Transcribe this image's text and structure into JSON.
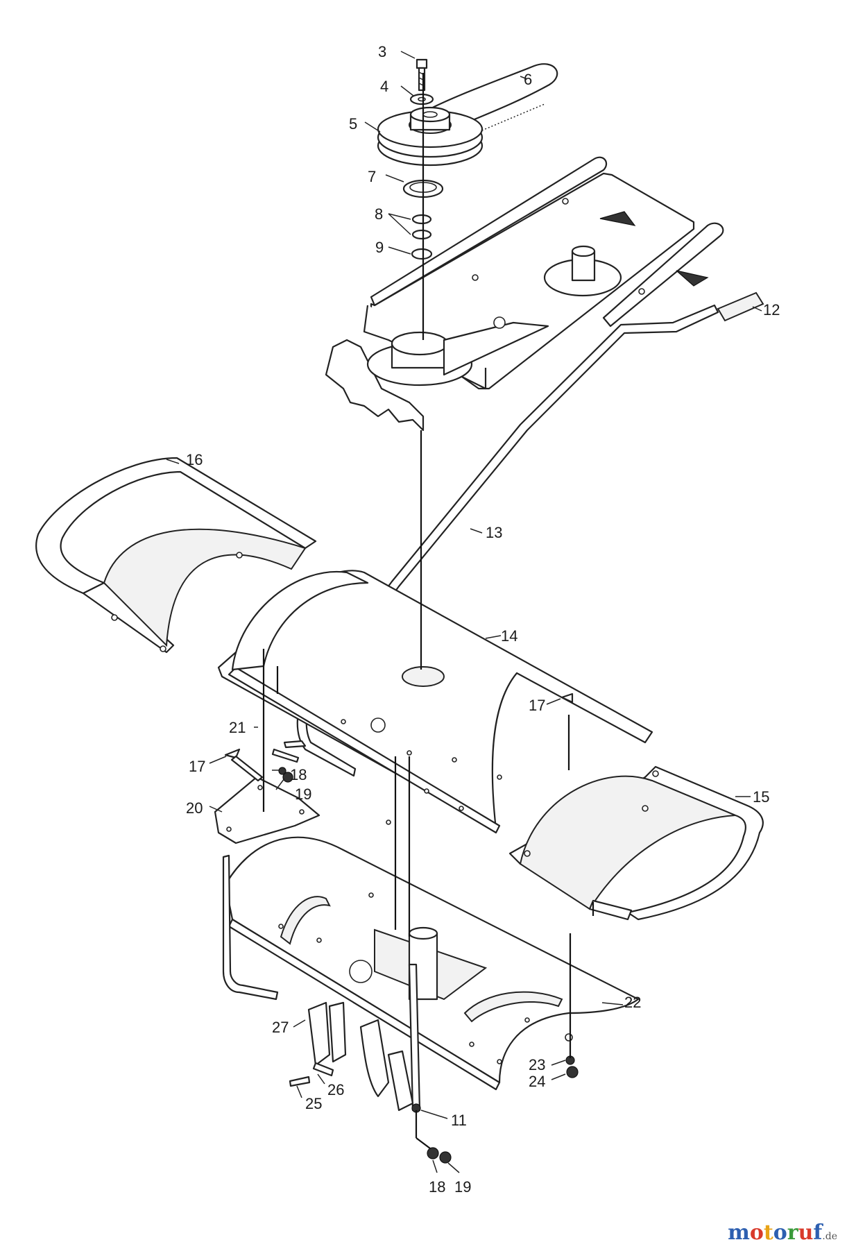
{
  "callouts": [
    "3",
    "4",
    "5",
    "6",
    "7",
    "8",
    "9",
    "12",
    "13",
    "14",
    "15",
    "16",
    "17",
    "17",
    "18",
    "18",
    "19",
    "19",
    "20",
    "21",
    "22",
    "23",
    "24",
    "25",
    "26",
    "27",
    "11"
  ],
  "watermark": {
    "letters": [
      {
        "char": "m",
        "color": "#2d5fb0"
      },
      {
        "char": "o",
        "color": "#d93a2b"
      },
      {
        "char": "t",
        "color": "#e8a317"
      },
      {
        "char": "o",
        "color": "#2d5fb0"
      },
      {
        "char": "r",
        "color": "#3a9a3a"
      },
      {
        "char": "u",
        "color": "#d93a2b"
      },
      {
        "char": "f",
        "color": "#2d5fb0"
      }
    ],
    "suffix": ".de"
  }
}
